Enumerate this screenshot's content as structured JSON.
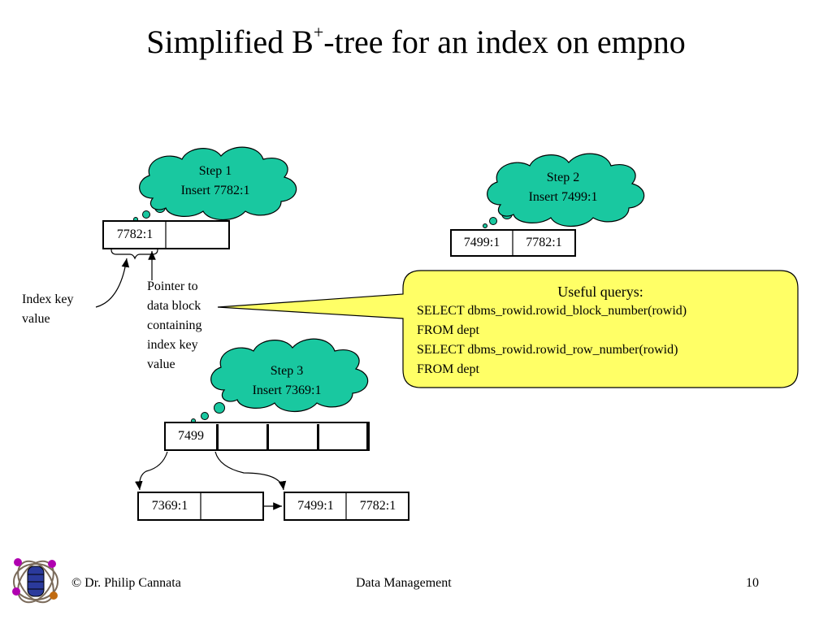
{
  "title": {
    "main": "Simplified B",
    "sup": "+",
    "rest": "-tree for an index on empno"
  },
  "steps": [
    {
      "line1": "Step 1",
      "line2": "Insert 7782:1"
    },
    {
      "line1": "Step 2",
      "line2": "Insert 7499:1"
    },
    {
      "line1": "Step 3",
      "line2": "Insert 7369:1"
    }
  ],
  "nodes": {
    "step1": [
      "7782:1",
      ""
    ],
    "step2": [
      "7499:1",
      "7782:1"
    ],
    "root": [
      "7499",
      "",
      "",
      ""
    ],
    "leaf_left": [
      "7369:1",
      ""
    ],
    "leaf_right": [
      "7499:1",
      "7782:1"
    ]
  },
  "labels": {
    "index_key": [
      "Index key",
      "value"
    ],
    "pointer": [
      "Pointer to",
      "data block",
      "containing",
      "index key",
      "value"
    ]
  },
  "callout": {
    "heading": "Useful querys:",
    "lines": [
      "SELECT dbms_rowid.rowid_block_number(rowid)",
      "FROM dept",
      "SELECT dbms_rowid.rowid_row_number(rowid)",
      "FROM dept"
    ]
  },
  "footer": {
    "left": "© Dr. Philip Cannata",
    "center": "Data Management",
    "page": "10"
  },
  "colors": {
    "cloud": "#19c8a0",
    "callout": "#ffff66",
    "logo_disk": "#2b3a9c",
    "logo_node": "#b000b0"
  }
}
